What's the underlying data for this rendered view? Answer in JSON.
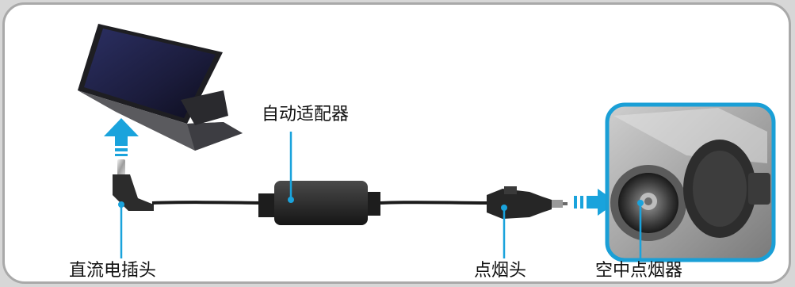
{
  "labels": {
    "adapter": "自动适配器",
    "dc_plug": "直流电插头",
    "cigarette_plug": "点烟头",
    "car_lighter": "空中点烟器"
  },
  "colors": {
    "arrow": "#1aa3dc",
    "callout": "#1aa3dc",
    "socket_border": "#1a9fd6"
  }
}
